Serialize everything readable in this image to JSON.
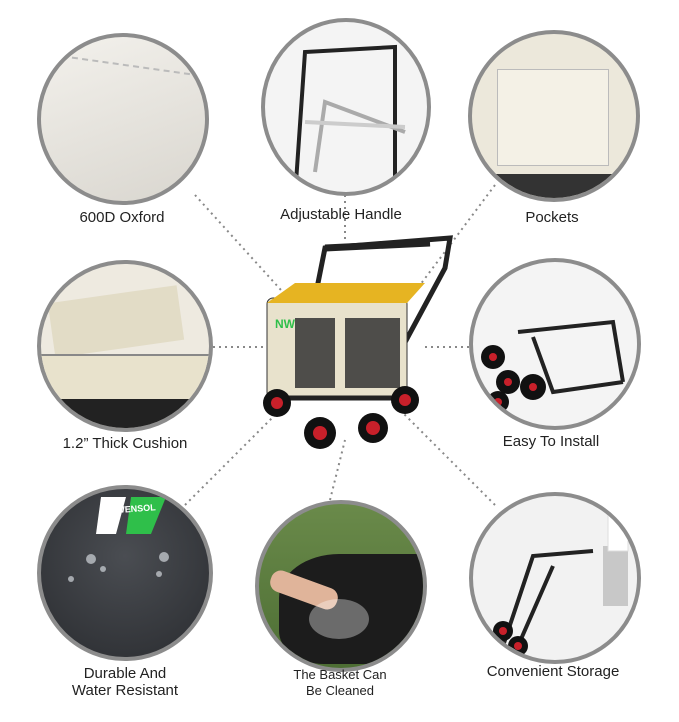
{
  "features": [
    {
      "label": "600D Oxford"
    },
    {
      "label": "Adjustable Handle"
    },
    {
      "label": "Pockets"
    },
    {
      "label": "1.2” Thick Cushion"
    },
    {
      "label": "Easy To Install"
    },
    {
      "label": "Durable And",
      "label2": "Water Resistant"
    },
    {
      "label": "The Basket Can",
      "label2": "Be Cleaned"
    },
    {
      "label": "Convenient Storage"
    }
  ],
  "brand_logo": "NOWENSOL",
  "colors": {
    "circle_border": "#8c8c8c",
    "fabric": "#ebe6d4",
    "accent_yellow": "#e6b422",
    "wheel_red": "#c8202a",
    "logo_green": "#2fbf4a"
  }
}
